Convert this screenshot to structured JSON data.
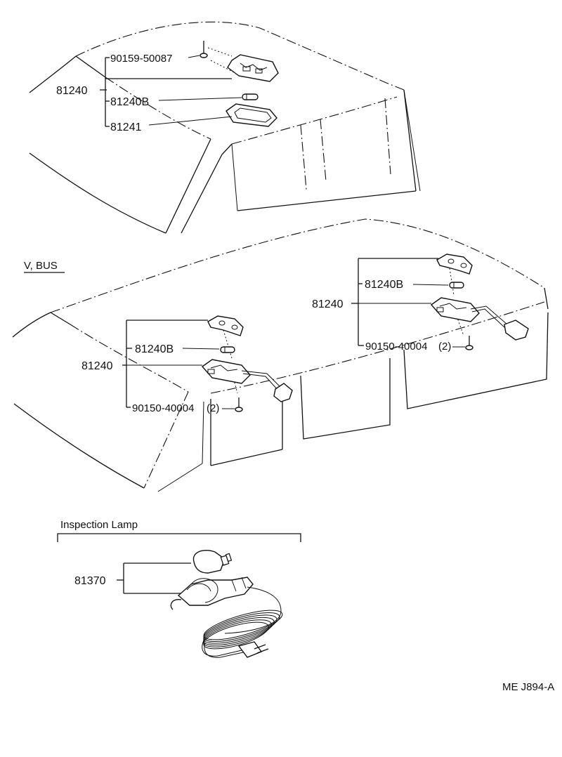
{
  "top_assembly": {
    "screw_part": "90159-50087",
    "lamp_part": "81240",
    "bulb_part": "81240B",
    "lens_part": "81241"
  },
  "vbus_section": {
    "label": "V, BUS",
    "left": {
      "bulb_part": "81240B",
      "lamp_part": "81240",
      "screw_part": "90150-40004",
      "screw_qty": "(2)"
    },
    "right": {
      "bulb_part": "81240B",
      "lamp_part": "81240",
      "screw_part": "90150-40004",
      "screw_qty": "(2)"
    }
  },
  "inspection_section": {
    "label": "Inspection Lamp",
    "lamp_part": "81370"
  },
  "footer": {
    "drawing_code": "ME J894-A"
  }
}
